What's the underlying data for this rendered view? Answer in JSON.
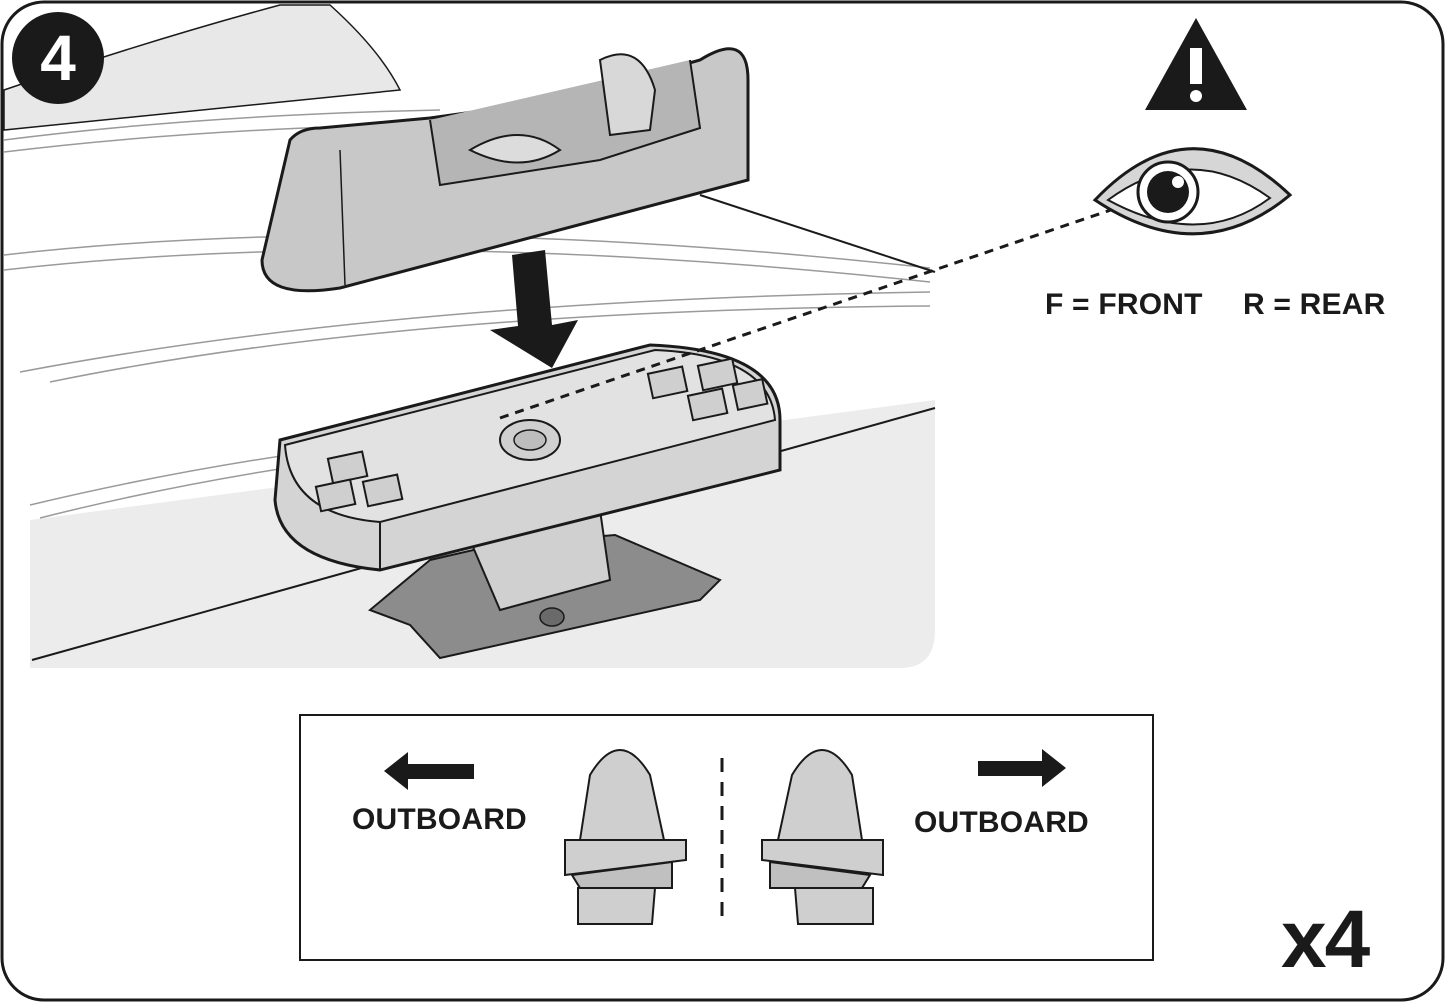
{
  "step": {
    "number": "4"
  },
  "legend": {
    "front": "F = FRONT",
    "rear": "R = REAR"
  },
  "orientation": {
    "left_label": "OUTBOARD",
    "right_label": "OUTBOARD"
  },
  "quantity": "x4",
  "colors": {
    "ink": "#1a1a1a",
    "part_gray": "#c8c8c8",
    "light_gray": "#e6e6e6",
    "dark_gray": "#8c8c8c"
  },
  "icons": [
    "warning-triangle-icon",
    "eye-icon",
    "arrow-down-icon",
    "arrow-left-icon",
    "arrow-right-icon"
  ]
}
